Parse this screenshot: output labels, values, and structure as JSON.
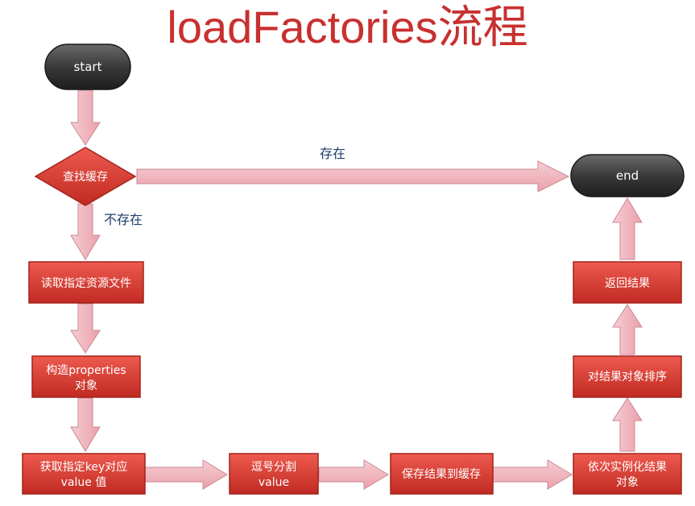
{
  "title": "loadFactories流程",
  "colors": {
    "title": "#c8302f",
    "box": "#d9392f",
    "box_border": "#a3231c",
    "arrow_fill": "#f2b8c0",
    "arrow_stroke": "#c98a94",
    "terminal": "#3a3a3a",
    "edge_label": "#1f3d6b"
  },
  "nodes": {
    "start": "start",
    "check_cache": "查找缓存",
    "read_file": "读取指定资源文件",
    "build_props_1": "构造properties",
    "build_props_2": "对象",
    "get_value_1": "获取指定key对应",
    "get_value_2": "value 值",
    "split_1": "逗号分割",
    "split_2": "value",
    "save_cache": "保存结果到缓存",
    "instantiate_1": "依次实例化结果",
    "instantiate_2": "对象",
    "sort": "对结果对象排序",
    "return": "返回结果",
    "end": "end"
  },
  "edges": {
    "exists": "存在",
    "not_exists": "不存在"
  }
}
